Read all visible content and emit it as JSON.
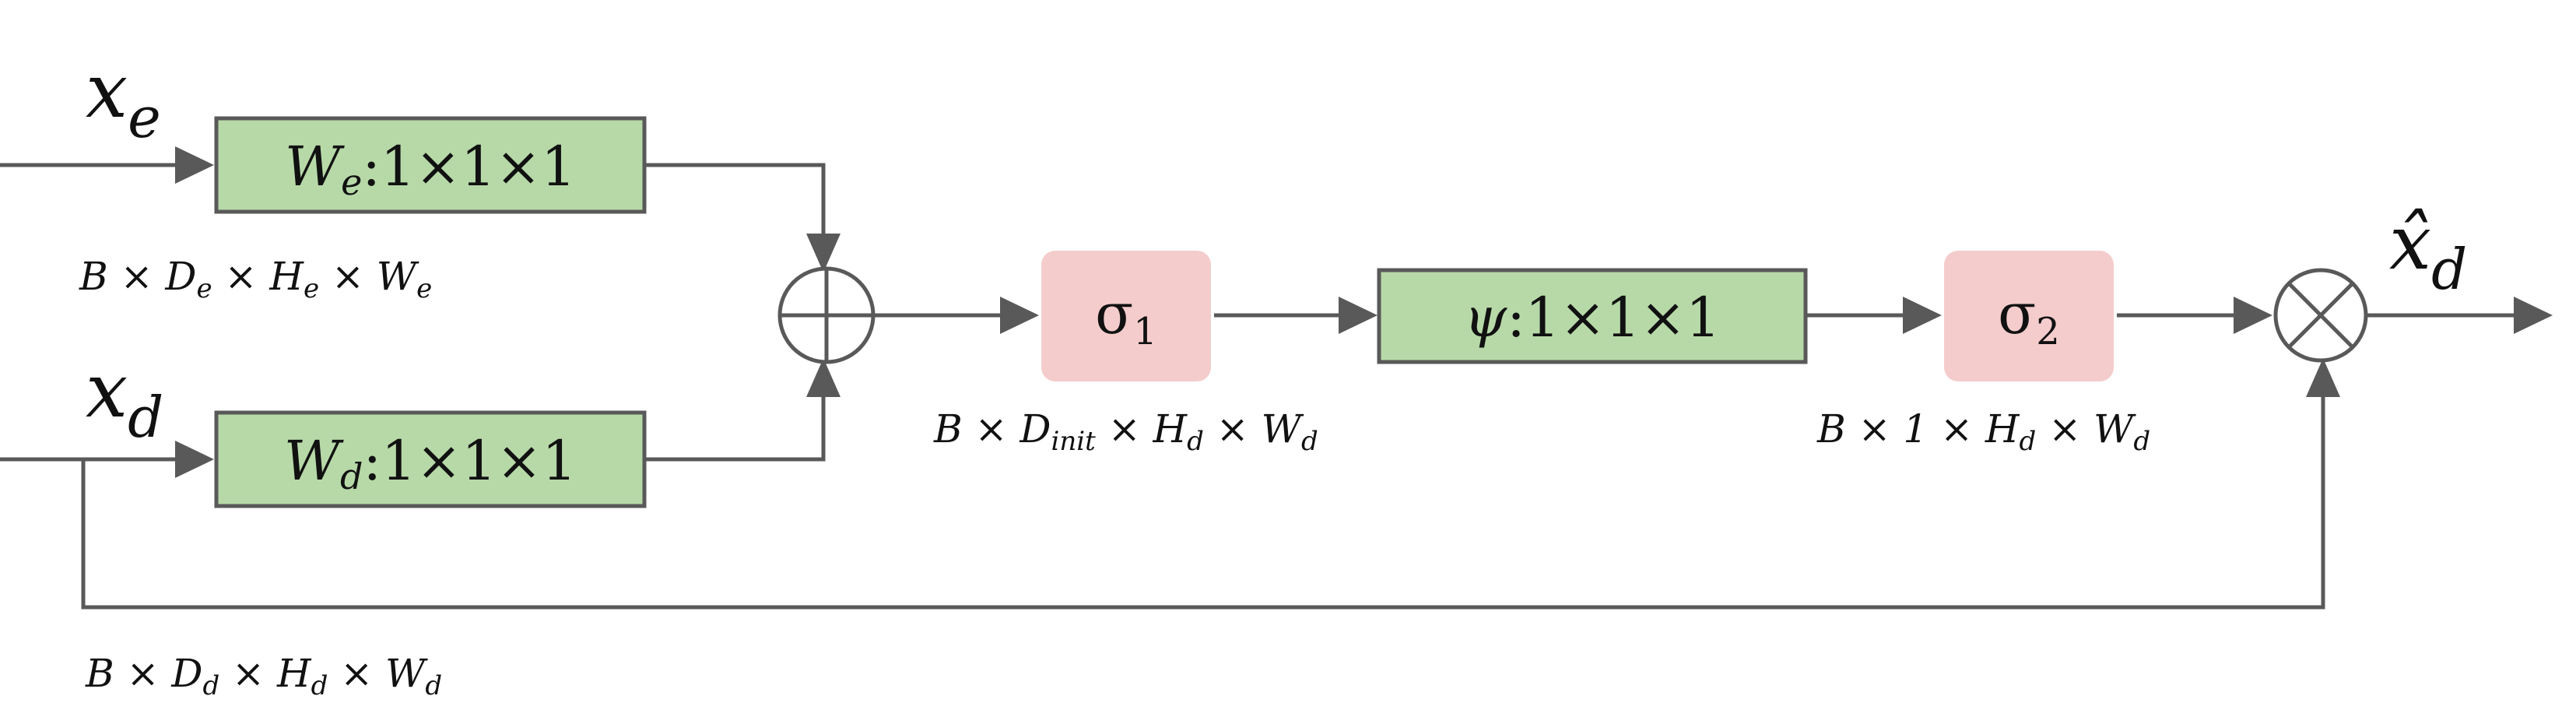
{
  "inputs": {
    "encoder": {
      "main": "x",
      "sub": "e"
    },
    "decoder": {
      "main": "x",
      "sub": "d"
    },
    "output": {
      "main": "x̂",
      "sub": "d"
    }
  },
  "blocks": {
    "we": {
      "symbol": "W",
      "sub": "e",
      "kernel": ":1×1×1"
    },
    "wd": {
      "symbol": "W",
      "sub": "d",
      "kernel": ":1×1×1"
    },
    "psi": {
      "symbol": "ψ",
      "kernel": ":1×1×1"
    },
    "sigma1": {
      "symbol": "σ",
      "sub": "1"
    },
    "sigma2": {
      "symbol": "σ",
      "sub": "2"
    }
  },
  "dims": {
    "encoder": {
      "a": "B × D",
      "a_sub": "e",
      "b": " × H",
      "b_sub": "e",
      "c": " × W",
      "c_sub": "e"
    },
    "decoder": {
      "a": "B × D",
      "a_sub": "d",
      "b": " × H",
      "b_sub": "d",
      "c": " × W",
      "c_sub": "d"
    },
    "init": {
      "a": "B × D",
      "a_sub": "init",
      "b": " × H",
      "b_sub": "d",
      "c": " × W",
      "c_sub": "d"
    },
    "attention": {
      "a": "B × 1 × H",
      "a_sub": "d",
      "c": " × W",
      "c_sub": "d"
    }
  },
  "operators": {
    "add": "element-wise sum",
    "multiply": "element-wise product"
  },
  "colors": {
    "conv_fill": "#b7d9a8",
    "activation_fill": "#f4cccc",
    "line": "#595959"
  }
}
